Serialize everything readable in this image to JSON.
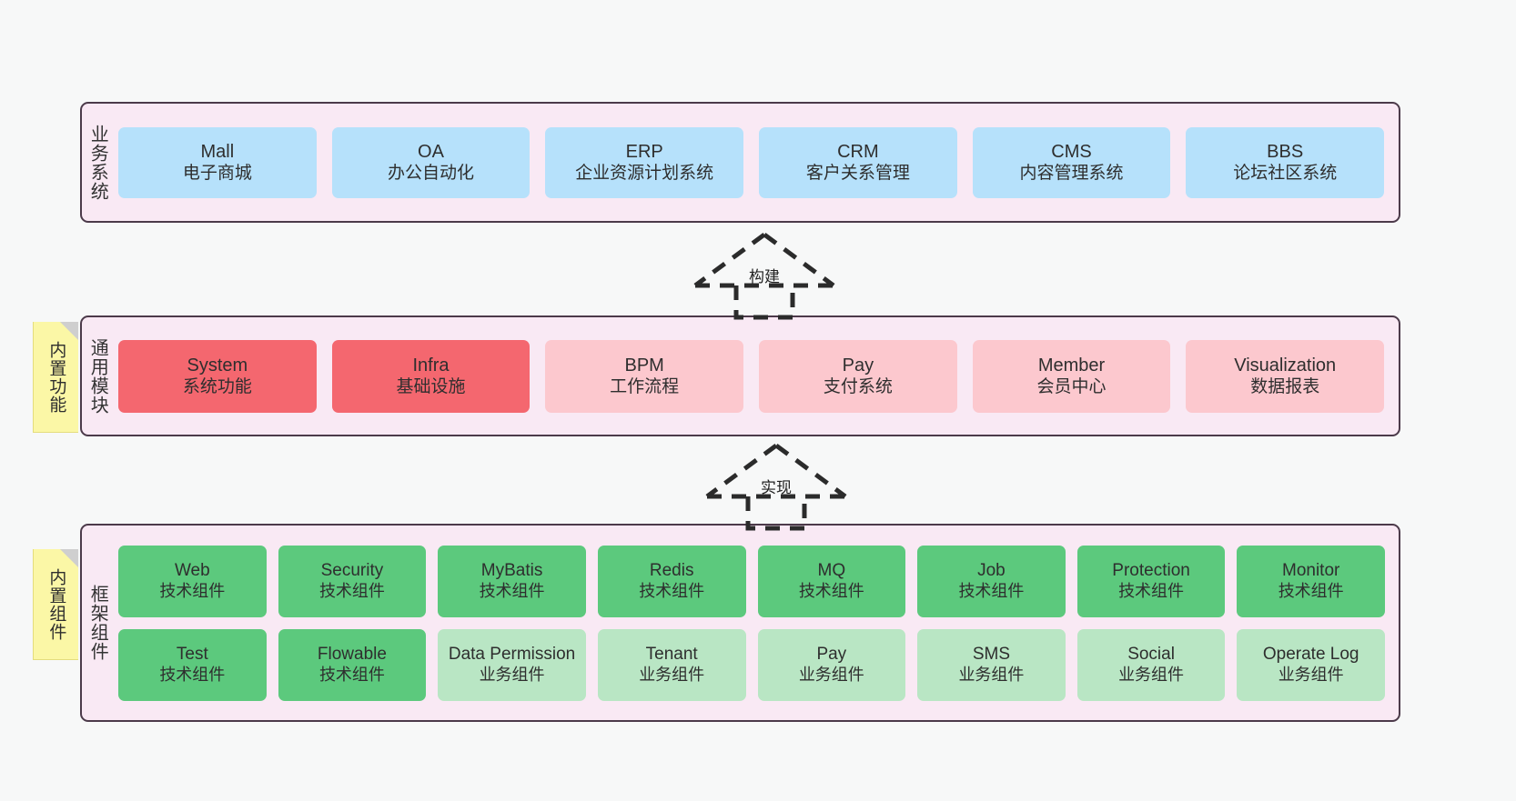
{
  "diagram": {
    "title": "",
    "colors": {
      "canvas": "#f7f8f8",
      "tier_background": "#f9e9f4",
      "tier_border": "#4c3a4a",
      "business_node": "#b6e1fb",
      "module_strong": "#f4676f",
      "module_soft": "#fcc8ce",
      "component_tech": "#5cc97d",
      "component_business": "#b9e6c4",
      "note_background": "#fbf7a6",
      "note_fold": "#cfcfcf"
    }
  },
  "tiers": {
    "business": {
      "label": "业务系统",
      "nodes": [
        {
          "name": "Mall",
          "desc": "电子商城"
        },
        {
          "name": "OA",
          "desc": "办公自动化"
        },
        {
          "name": "ERP",
          "desc": "企业资源计划系统"
        },
        {
          "name": "CRM",
          "desc": "客户关系管理"
        },
        {
          "name": "CMS",
          "desc": "内容管理系统"
        },
        {
          "name": "BBS",
          "desc": "论坛社区系统"
        }
      ]
    },
    "modules": {
      "label": "通用模块",
      "note": "内置功能",
      "nodes": [
        {
          "name": "System",
          "desc": "系统功能",
          "style": "strong"
        },
        {
          "name": "Infra",
          "desc": "基础设施",
          "style": "strong"
        },
        {
          "name": "BPM",
          "desc": "工作流程",
          "style": "soft"
        },
        {
          "name": "Pay",
          "desc": "支付系统",
          "style": "soft"
        },
        {
          "name": "Member",
          "desc": "会员中心",
          "style": "soft"
        },
        {
          "name": "Visualization",
          "desc": "数据报表",
          "style": "soft"
        }
      ]
    },
    "framework": {
      "label": "框架组件",
      "note": "内置组件",
      "row1": [
        {
          "name": "Web",
          "desc": "技术组件",
          "style": "tech"
        },
        {
          "name": "Security",
          "desc": "技术组件",
          "style": "tech"
        },
        {
          "name": "MyBatis",
          "desc": "技术组件",
          "style": "tech"
        },
        {
          "name": "Redis",
          "desc": "技术组件",
          "style": "tech"
        },
        {
          "name": "MQ",
          "desc": "技术组件",
          "style": "tech"
        },
        {
          "name": "Job",
          "desc": "技术组件",
          "style": "tech"
        },
        {
          "name": "Protection",
          "desc": "技术组件",
          "style": "tech"
        },
        {
          "name": "Monitor",
          "desc": "技术组件",
          "style": "tech"
        }
      ],
      "row2": [
        {
          "name": "Test",
          "desc": "技术组件",
          "style": "tech"
        },
        {
          "name": "Flowable",
          "desc": "技术组件",
          "style": "tech"
        },
        {
          "name": "Data Permission",
          "desc": "业务组件",
          "style": "business"
        },
        {
          "name": "Tenant",
          "desc": "业务组件",
          "style": "business"
        },
        {
          "name": "Pay",
          "desc": "业务组件",
          "style": "business"
        },
        {
          "name": "SMS",
          "desc": "业务组件",
          "style": "business"
        },
        {
          "name": "Social",
          "desc": "业务组件",
          "style": "business"
        },
        {
          "name": "Operate Log",
          "desc": "业务组件",
          "style": "business"
        }
      ]
    }
  },
  "connectors": [
    {
      "id": "build",
      "label": "构建",
      "from": "modules",
      "to": "business",
      "style": "dashed-generalization"
    },
    {
      "id": "implement",
      "label": "实现",
      "from": "framework",
      "to": "modules",
      "style": "dashed-generalization"
    }
  ]
}
